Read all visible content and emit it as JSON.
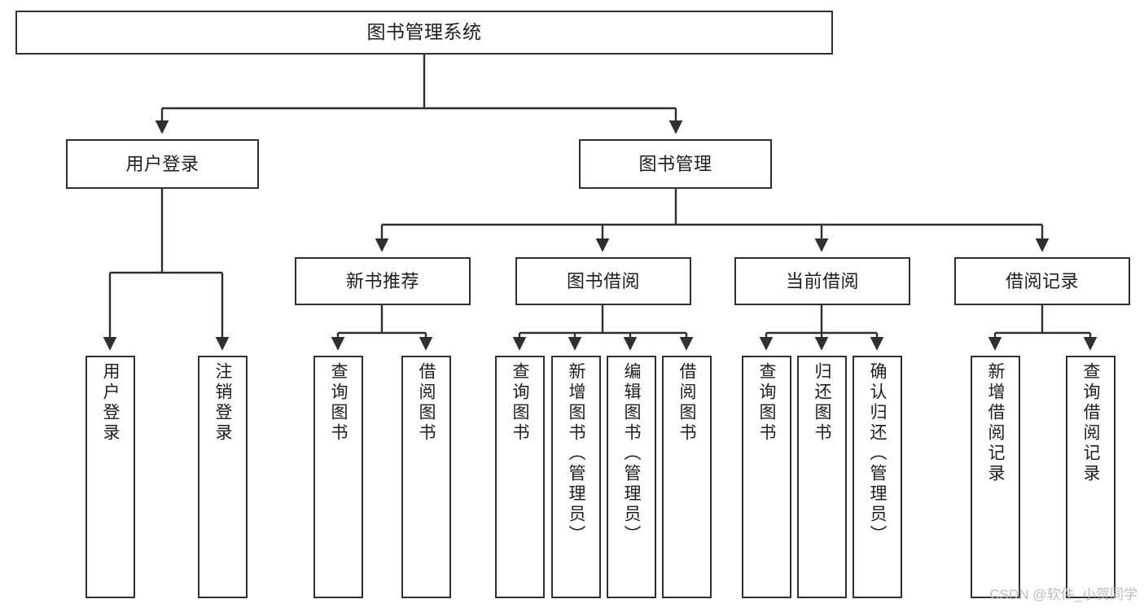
{
  "diagram": {
    "title": "图书管理系统",
    "type": "tree-hierarchy",
    "stroke_color": "#2f2f2f",
    "background_color": "#ffffff",
    "text_color": "#1d1d1d",
    "levels": {
      "root": {
        "label": "图书管理系统"
      },
      "level2": [
        {
          "label": "用户登录"
        },
        {
          "label": "图书管理"
        }
      ],
      "level3": [
        {
          "label": "新书推荐"
        },
        {
          "label": "图书借阅"
        },
        {
          "label": "当前借阅"
        },
        {
          "label": "借阅记录"
        }
      ],
      "leaves": {
        "user_login": [
          {
            "label": "用户登录"
          },
          {
            "label": "注销登录"
          }
        ],
        "new_book_recommend": [
          {
            "label": "查询图书"
          },
          {
            "label": "借阅图书"
          }
        ],
        "book_borrow": [
          {
            "label": "查询图书"
          },
          {
            "label": "新增图书（管理员）"
          },
          {
            "label": "编辑图书（管理员）"
          },
          {
            "label": "借阅图书"
          }
        ],
        "current_borrow": [
          {
            "label": "查询图书"
          },
          {
            "label": "归还图书"
          },
          {
            "label": "确认归还（管理员）"
          }
        ],
        "borrow_record": [
          {
            "label": "新增借阅记录"
          },
          {
            "label": "查询借阅记录"
          }
        ]
      }
    }
  },
  "watermark": {
    "text": "CSDN @软件_小贺同学",
    "color": "#b9b9b9"
  }
}
